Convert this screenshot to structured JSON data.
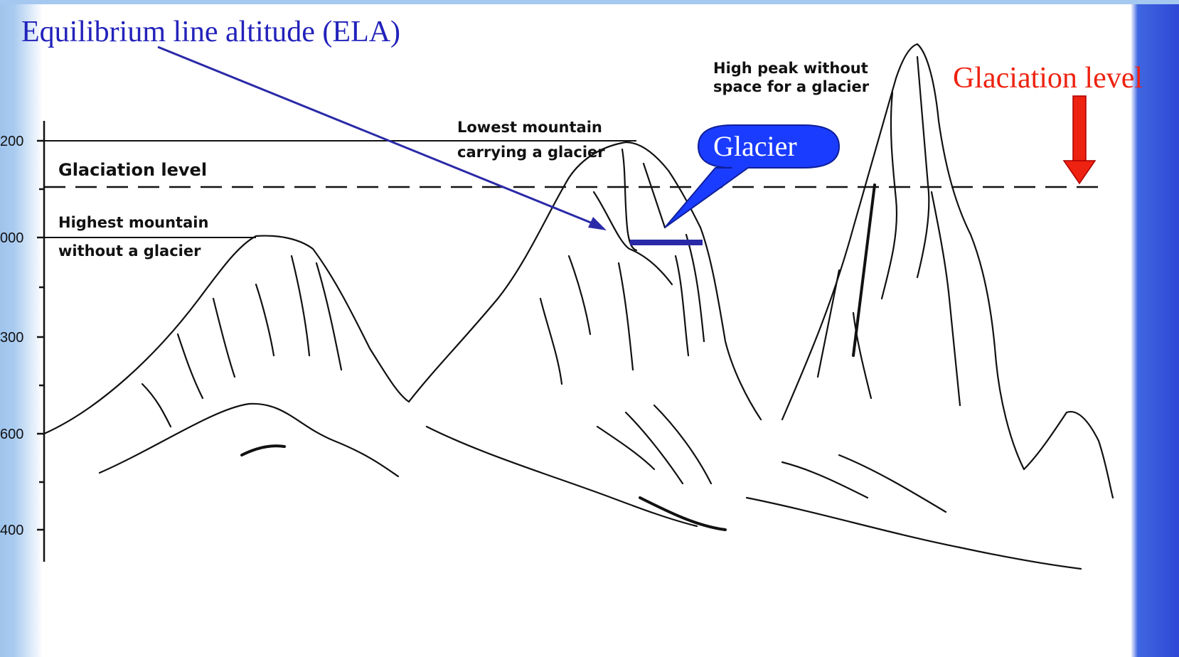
{
  "slide": {
    "accent_blue": "#2222bb",
    "accent_red": "#ee2211",
    "glacier_callout_fill": "#1a3cff"
  },
  "annotations": {
    "ela_label": "Equilibrium line altitude (ELA)",
    "glaciation_label_red": "Glaciation level",
    "glacier_callout": "Glacier"
  },
  "figure": {
    "glaciation_level": "Glaciation level",
    "highest_no_glacier_line1": "Highest mountain",
    "highest_no_glacier_line2": "without a glacier",
    "lowest_with_glacier_line1": "Lowest mountain",
    "lowest_with_glacier_line2": "carrying a glacier",
    "high_peak_line1": "High peak without",
    "high_peak_line2": "space for a glacier",
    "axis_ticks": [
      "200",
      "000",
      "300",
      "600",
      "400"
    ]
  }
}
